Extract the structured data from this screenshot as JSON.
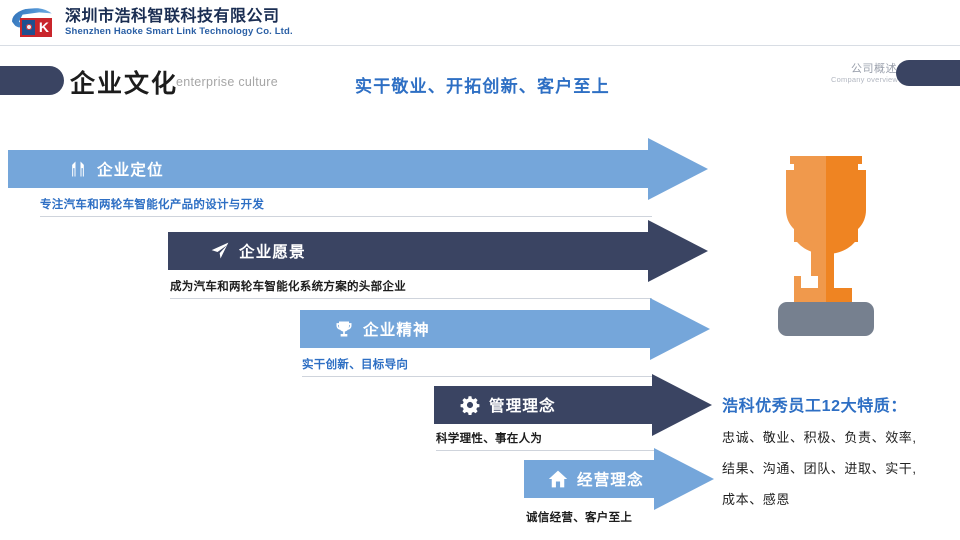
{
  "header": {
    "logo_icon": "haoke-logo-icon",
    "company_cn": "深圳市浩科智联科技有限公司",
    "company_en": "Shenzhen Haoke Smart Link Technology Co. Ltd."
  },
  "title": {
    "main_cn": "企业文化",
    "main_en": "enterprise culture",
    "slogan": "实干敬业、开拓创新、客户至上",
    "corner_cn": "公司概述",
    "corner_en": "Company overview"
  },
  "colors": {
    "navy": "#3a4462",
    "light_blue": "#75a6da",
    "accent_blue": "#2e6fc4",
    "trophy_light": "#f0994c",
    "trophy_dark": "#ef8422",
    "trophy_base": "#76808f"
  },
  "arrows": [
    {
      "label": "企业定位",
      "icon": "mountain-peaks-icon",
      "desc": "专注汽车和两轮车智能化产品的设计与开发",
      "color": "light"
    },
    {
      "label": "企业愿景",
      "icon": "paper-plane-icon",
      "desc": "成为汽车和两轮车智能化系统方案的头部企业",
      "color": "dark"
    },
    {
      "label": "企业精神",
      "icon": "trophy-icon",
      "desc": "实干创新、目标导向",
      "color": "light"
    },
    {
      "label": "管理理念",
      "icon": "gear-icon",
      "desc": "科学理性、事在人为",
      "color": "dark"
    },
    {
      "label": "经营理念",
      "icon": "home-icon",
      "desc": "诚信经营、客户至上",
      "color": "light"
    }
  ],
  "traits": {
    "title": "浩科优秀员工12大特质：",
    "lines": [
      "忠诚、敬业、积极、负责、效率,",
      "结果、沟通、团队、进取、实干,",
      "成本、感恩"
    ]
  },
  "trophy_icon": "trophy-illustration"
}
